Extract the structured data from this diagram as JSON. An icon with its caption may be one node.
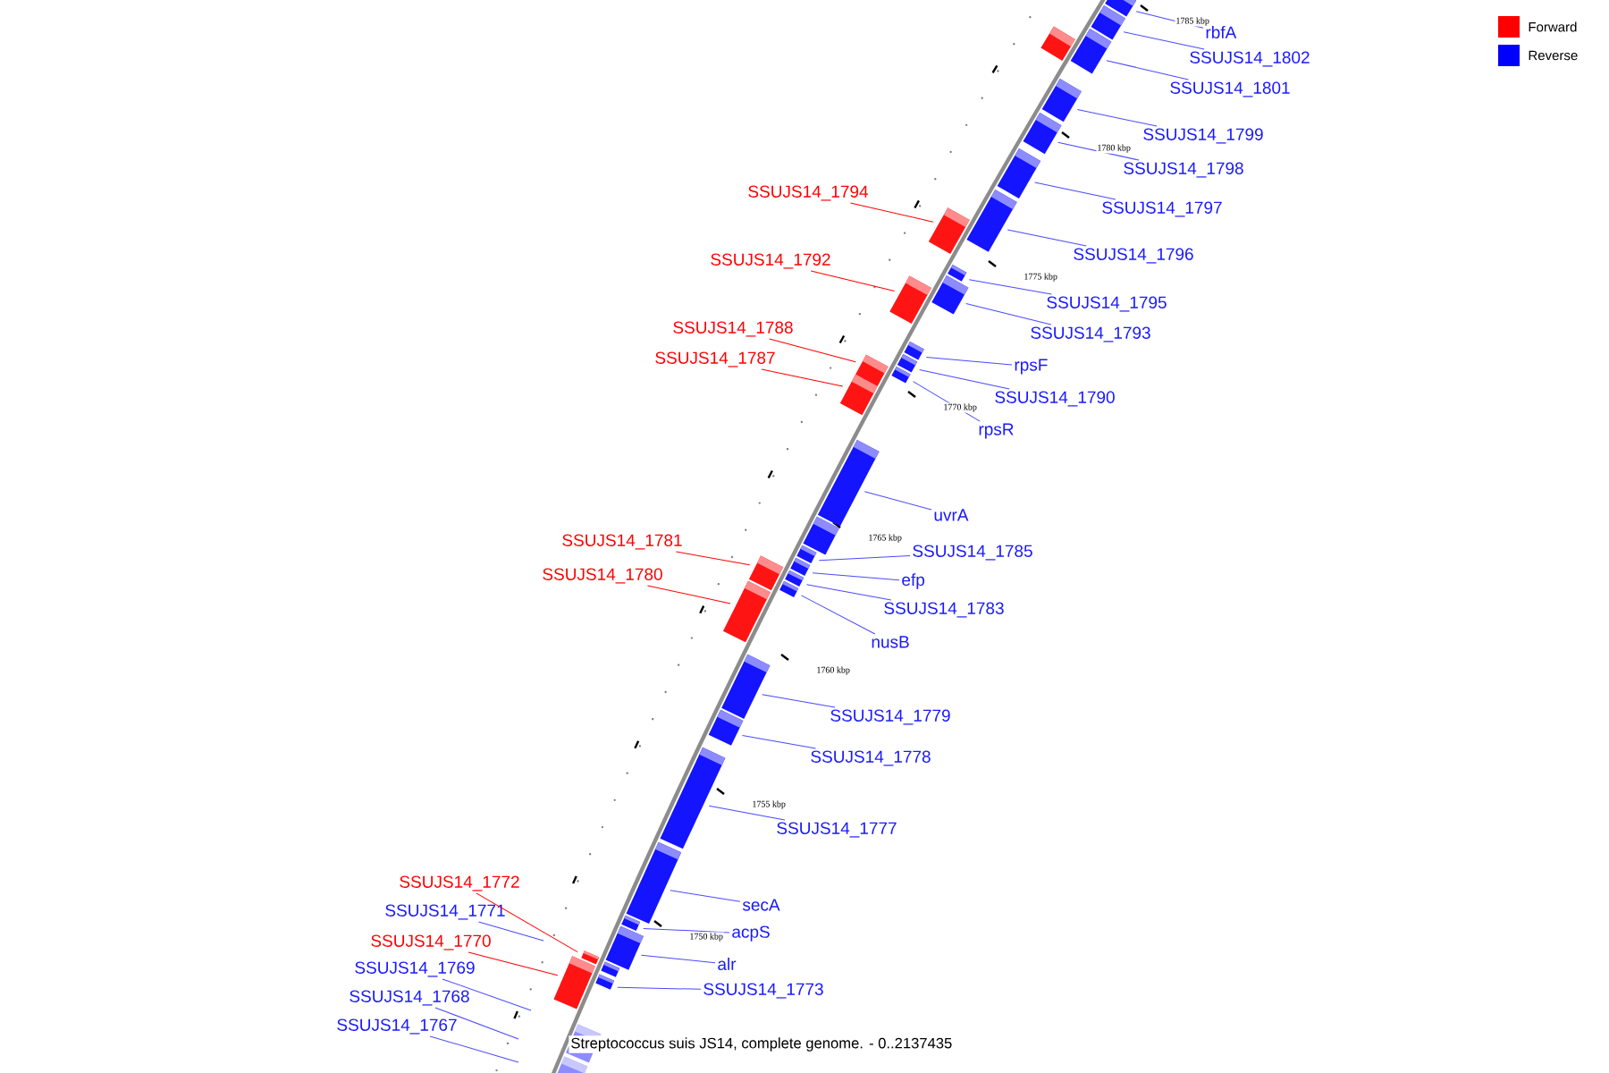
{
  "diagram": {
    "caption": "Streptococcus suis JS14, complete genome. - 0..2137435",
    "nodes": [
      {
        "text": [
          "rbfA"
        ]
      },
      {
        "text": [
          "SSUJS14_1802"
        ]
      },
      {
        "text": [
          "SSUJS14_1801"
        ]
      },
      {
        "text": [
          "SSUJS14_1799"
        ]
      },
      {
        "text": [
          "SSUJS14_1798"
        ]
      },
      {
        "text": [
          "SSUJS14_1794"
        ]
      },
      {
        "text": [
          "SSUJS14_1797"
        ]
      },
      {
        "text": [
          "SSUJS14_1796"
        ]
      },
      {
        "text": [
          "SSUJS14_1792"
        ]
      },
      {
        "text": [
          "SSUJS14_1795"
        ]
      },
      {
        "text": [
          "SSUJS14_1788"
        ]
      },
      {
        "text": [
          "SSUJS14_1793"
        ]
      },
      {
        "text": [
          "SSUJS14_1787"
        ]
      },
      {
        "text": [
          "rpsF"
        ]
      },
      {
        "text": [
          "SSUJS14_1790"
        ]
      },
      {
        "text": [
          "rpsR"
        ]
      },
      {
        "text": [
          "uvrA"
        ]
      },
      {
        "text": [
          "SSUJS14_1781"
        ]
      },
      {
        "text": [
          "SSUJS14_1785"
        ]
      },
      {
        "text": [
          "SSUJS14_1780"
        ]
      },
      {
        "text": [
          "efp"
        ]
      },
      {
        "text": [
          "SSUJS14_1783"
        ]
      },
      {
        "text": [
          "nusB"
        ]
      },
      {
        "text": [
          "SSUJS14_1779"
        ]
      },
      {
        "text": [
          "SSUJS14_1778"
        ]
      },
      {
        "text": [
          "SSUJS14_1777"
        ]
      },
      {
        "text": [
          "SSUJS14_1772"
        ]
      },
      {
        "text": [
          "secA"
        ]
      },
      {
        "text": [
          "SSUJS14_1771"
        ]
      },
      {
        "text": [
          "acpS"
        ]
      },
      {
        "text": [
          "SSUJS14_1770"
        ]
      },
      {
        "text": [
          "alr"
        ]
      },
      {
        "text": [
          "SSUJS14_1769"
        ]
      },
      {
        "text": [
          "SSUJS14_1773"
        ]
      },
      {
        "text": [
          "SSUJS14_1768"
        ]
      },
      {
        "text": [
          "SSUJS14_1767"
        ]
      },
      {
        "text": [],
        "shape": "box"
      },
      {
        "text": [],
        "shape": "box"
      },
      {
        "text": [],
        "shape": "box"
      },
      {
        "text": [],
        "shape": "box"
      },
      {
        "text": [],
        "shape": "box"
      },
      {
        "text": [],
        "shape": "box"
      },
      {
        "text": [],
        "shape": "box"
      },
      {
        "text": [],
        "shape": "box"
      },
      {
        "text": [],
        "shape": "box"
      },
      {
        "text": [],
        "shape": "box"
      },
      {
        "text": [],
        "shape": "box"
      },
      {
        "text": [],
        "shape": "box"
      },
      {
        "text": [],
        "shape": "box"
      },
      {
        "text": [],
        "shape": "box"
      },
      {
        "text": [],
        "shape": "box"
      },
      {
        "text": [],
        "shape": "box"
      },
      {
        "text": [],
        "shape": "box"
      },
      {
        "text": [],
        "shape": "box"
      },
      {
        "text": [],
        "shape": "box"
      },
      {
        "text": [],
        "shape": "box"
      },
      {
        "text": [],
        "shape": "box"
      },
      {
        "text": [],
        "shape": "box"
      },
      {
        "text": [],
        "shape": "box"
      },
      {
        "text": [],
        "shape": "box"
      },
      {
        "text": [],
        "shape": "box"
      },
      {
        "text": [],
        "shape": "box"
      },
      {
        "text": [],
        "shape": "box"
      },
      {
        "text": [],
        "shape": "box"
      },
      {
        "text": [],
        "shape": "box"
      },
      {
        "text": [],
        "shape": "box"
      },
      {
        "text": [],
        "shape": "box"
      },
      {
        "text": [],
        "shape": "box"
      },
      {
        "text": [],
        "shape": "box"
      },
      {
        "text": [],
        "shape": "box"
      },
      {
        "text": [],
        "shape": "box"
      },
      {
        "text": [],
        "shape": "box"
      },
      {
        "text": [],
        "shape": "box"
      }
    ],
    "edges": [
      {
        "from": 0,
        "to": 36,
        "arrow": "none"
      },
      {
        "from": 1,
        "to": 37,
        "arrow": "none"
      },
      {
        "from": 2,
        "to": 38,
        "arrow": "none"
      },
      {
        "from": 3,
        "to": 40,
        "arrow": "none"
      },
      {
        "from": 4,
        "to": 41,
        "arrow": "none"
      },
      {
        "from": 5,
        "to": 44,
        "arrow": "none",
        "color": "#ff0000"
      },
      {
        "from": 6,
        "to": 42,
        "arrow": "none"
      },
      {
        "from": 7,
        "to": 43,
        "arrow": "none"
      },
      {
        "from": 8,
        "to": 47,
        "arrow": "none",
        "color": "#ff0000"
      },
      {
        "from": 9,
        "to": 45,
        "arrow": "none"
      },
      {
        "from": 10,
        "to": 51,
        "arrow": "none",
        "color": "#ff0000"
      },
      {
        "from": 11,
        "to": 46,
        "arrow": "none"
      },
      {
        "from": 12,
        "to": 52,
        "arrow": "none",
        "color": "#ff0000"
      },
      {
        "from": 13,
        "to": 48,
        "arrow": "none"
      },
      {
        "from": 14,
        "to": 49,
        "arrow": "none"
      },
      {
        "from": 15,
        "to": 50,
        "arrow": "none"
      },
      {
        "from": 16,
        "to": 53,
        "arrow": "none"
      },
      {
        "from": 17,
        "to": 57,
        "arrow": "none",
        "color": "#ff0000"
      },
      {
        "from": 18,
        "to": 55,
        "arrow": "none"
      },
      {
        "from": 19,
        "to": 60,
        "arrow": "none",
        "color": "#ff0000"
      },
      {
        "from": 20,
        "to": 56,
        "arrow": "none"
      },
      {
        "from": 21,
        "to": 58,
        "arrow": "none"
      },
      {
        "from": 22,
        "to": 59,
        "arrow": "none"
      },
      {
        "from": 23,
        "to": 61,
        "arrow": "none"
      },
      {
        "from": 24,
        "to": 62,
        "arrow": "none"
      },
      {
        "from": 25,
        "to": 63,
        "arrow": "none"
      },
      {
        "from": 26,
        "to": 67,
        "arrow": "none",
        "color": "#ff0000"
      },
      {
        "from": 27,
        "to": 64,
        "arrow": "none"
      },
      {
        "from": 28,
        "to": null,
        "arrow": "none"
      },
      {
        "from": 29,
        "to": 65,
        "arrow": "none"
      },
      {
        "from": 30,
        "to": 69,
        "arrow": "none",
        "color": "#ff0000"
      },
      {
        "from": 31,
        "to": 66,
        "arrow": "none"
      },
      {
        "from": 32,
        "to": null,
        "arrow": "none"
      },
      {
        "from": 33,
        "to": 70,
        "arrow": "none"
      },
      {
        "from": 34,
        "to": null,
        "arrow": "none"
      },
      {
        "from": 35,
        "to": null,
        "arrow": "none"
      }
    ],
    "labels": [
      "1785 kbp",
      "1780 kbp",
      "1775 kbp",
      "1770 kbp",
      "1765 kbp",
      "1760 kbp",
      "1755 kbp",
      "1750 kbp"
    ],
    "legend": [
      {
        "text": "Forward",
        "color": "#ff0000"
      },
      {
        "text": "Reverse",
        "color": "#0000ff"
      }
    ]
  }
}
